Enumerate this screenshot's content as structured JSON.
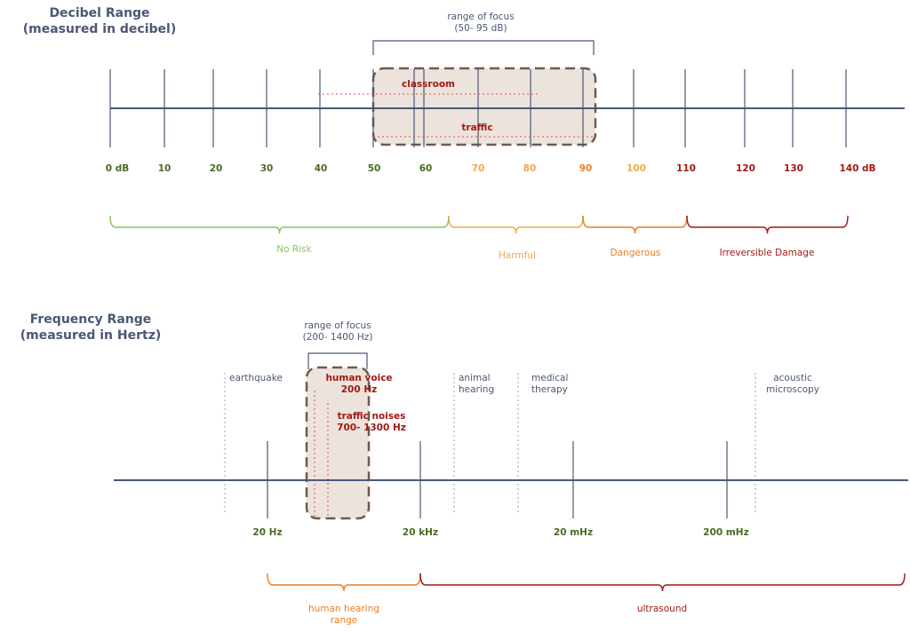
{
  "colors": {
    "axis": "#4a5874",
    "tick": "#4a5874",
    "focus_fill": "#ece3dc",
    "focus_border": "#6f5a4e",
    "level_green": "#4b6b22",
    "level_orange": "#f0a84a",
    "level_dark_orange": "#ec7e25",
    "level_red": "#a11a14",
    "no_risk": "#8cc35e",
    "dotted": "#d9534f",
    "dotted_grey": "#9aa3b5"
  },
  "decibel": {
    "title_line1": "Decibel Range",
    "title_line2": "(measured in decibel)",
    "focus_line1": "range of focus",
    "focus_line2": "(50- 95 dB)",
    "ticks": [
      "0 dB",
      "10",
      "20",
      "30",
      "40",
      "50",
      "60",
      "70",
      "80",
      "90",
      "100",
      "110",
      "120",
      "130",
      "140 dB"
    ],
    "sources": [
      {
        "label": "classroom",
        "from_db": 40,
        "to_db": 82
      },
      {
        "label": "traffic",
        "from_db": 50,
        "to_db": 93
      }
    ],
    "zones": [
      {
        "label": "No Risk",
        "from_db": 0,
        "to_db": 65
      },
      {
        "label": "Harmful",
        "from_db": 65,
        "to_db": 90
      },
      {
        "label": "Dangerous",
        "from_db": 90,
        "to_db": 110
      },
      {
        "label": "Irreversible Damage",
        "from_db": 110,
        "to_db": 140
      }
    ]
  },
  "frequency": {
    "title_line1": "Frequency Range",
    "title_line2": "(measured in Hertz)",
    "focus_line1": "range of focus",
    "focus_line2": "(200- 1400 Hz)",
    "ticks": [
      "20 Hz",
      "20 kHz",
      "20 mHz",
      "200 mHz"
    ],
    "markers": [
      {
        "line1": "earthquake",
        "line2": ""
      },
      {
        "line1": "animal",
        "line2": "hearing"
      },
      {
        "line1": "medical",
        "line2": "therapy"
      },
      {
        "line1": "acoustic",
        "line2": "microscopy"
      }
    ],
    "sources": [
      {
        "line1": "human voice",
        "line2": "200 Hz"
      },
      {
        "line1": "traffic noises",
        "line2": "700- 1300 Hz"
      }
    ],
    "zones": [
      {
        "line1": "human hearing",
        "line2": "range"
      },
      {
        "line1": "ultrasound",
        "line2": ""
      }
    ]
  }
}
